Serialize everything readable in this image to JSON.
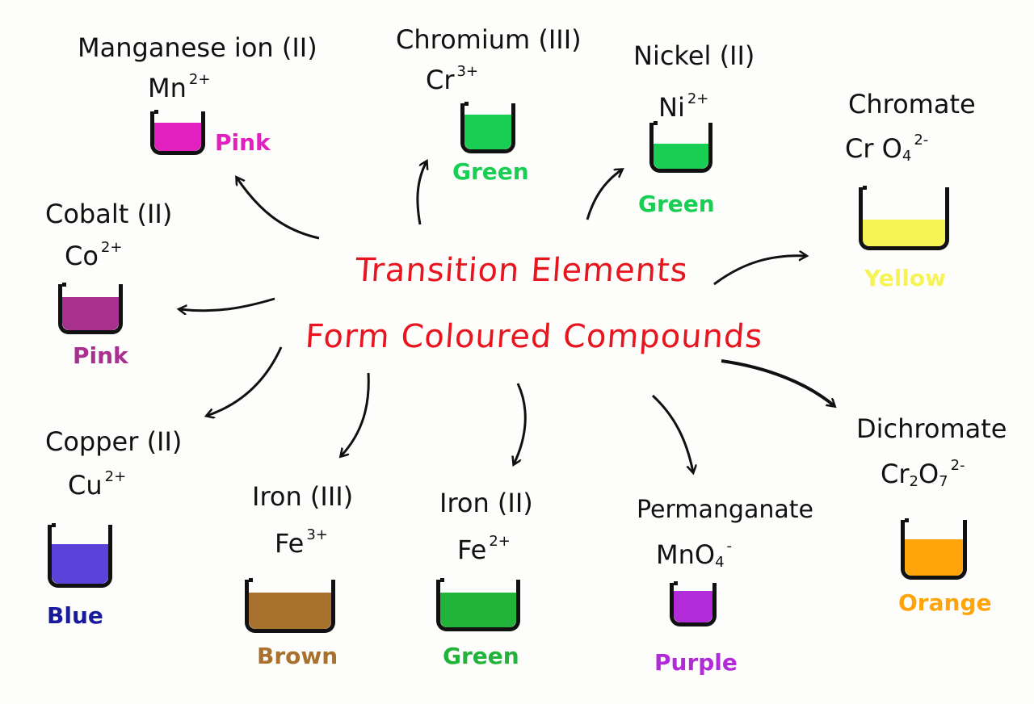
{
  "title": {
    "line1": "Transition Elements",
    "line2": "Form Coloured Compounds"
  },
  "compounds": {
    "manganese": {
      "name": "Manganese ion (II)",
      "symbol": "Mn",
      "charge": "2+",
      "colour_label": "Pink",
      "colour": "#e21fbf"
    },
    "chromium": {
      "name": "Chromium (III)",
      "symbol": "Cr",
      "charge": "3+",
      "colour_label": "Green",
      "colour": "#19cf53"
    },
    "nickel": {
      "name": "Nickel (II)",
      "symbol": "Ni",
      "charge": "2+",
      "colour_label": "Green",
      "colour": "#19cf53"
    },
    "chromate": {
      "name": "Chromate",
      "symbol": "Cr O",
      "subscript": "4",
      "charge": "2-",
      "colour_label": "Yellow",
      "colour": "#f6f454"
    },
    "cobalt": {
      "name": "Cobalt (II)",
      "symbol": "Co",
      "charge": "2+",
      "colour_label": "Pink",
      "colour": "#a8308e"
    },
    "copper": {
      "name": "Copper (II)",
      "symbol": "Cu",
      "charge": "2+",
      "colour_label": "Blue",
      "colour": "#5b42d8",
      "label_colour": "#1a1a9e"
    },
    "iron3": {
      "name": "Iron (III)",
      "symbol": "Fe",
      "charge": "3+",
      "colour_label": "Brown",
      "colour": "#a8712d"
    },
    "iron2": {
      "name": "Iron (II)",
      "symbol": "Fe",
      "charge": "2+",
      "colour_label": "Green",
      "colour": "#21b33a"
    },
    "permanganate": {
      "name": "Permanganate",
      "symbol": "MnO",
      "subscript": "4",
      "charge": "-",
      "colour_label": "Purple",
      "colour": "#b12cd8"
    },
    "dichromate": {
      "name": "Dichromate",
      "symbol": "Cr",
      "subscript": "2",
      "symbol2": "O",
      "subscript2": "7",
      "charge": "2-",
      "colour_label": "Orange",
      "colour": "#ffa40a"
    }
  }
}
